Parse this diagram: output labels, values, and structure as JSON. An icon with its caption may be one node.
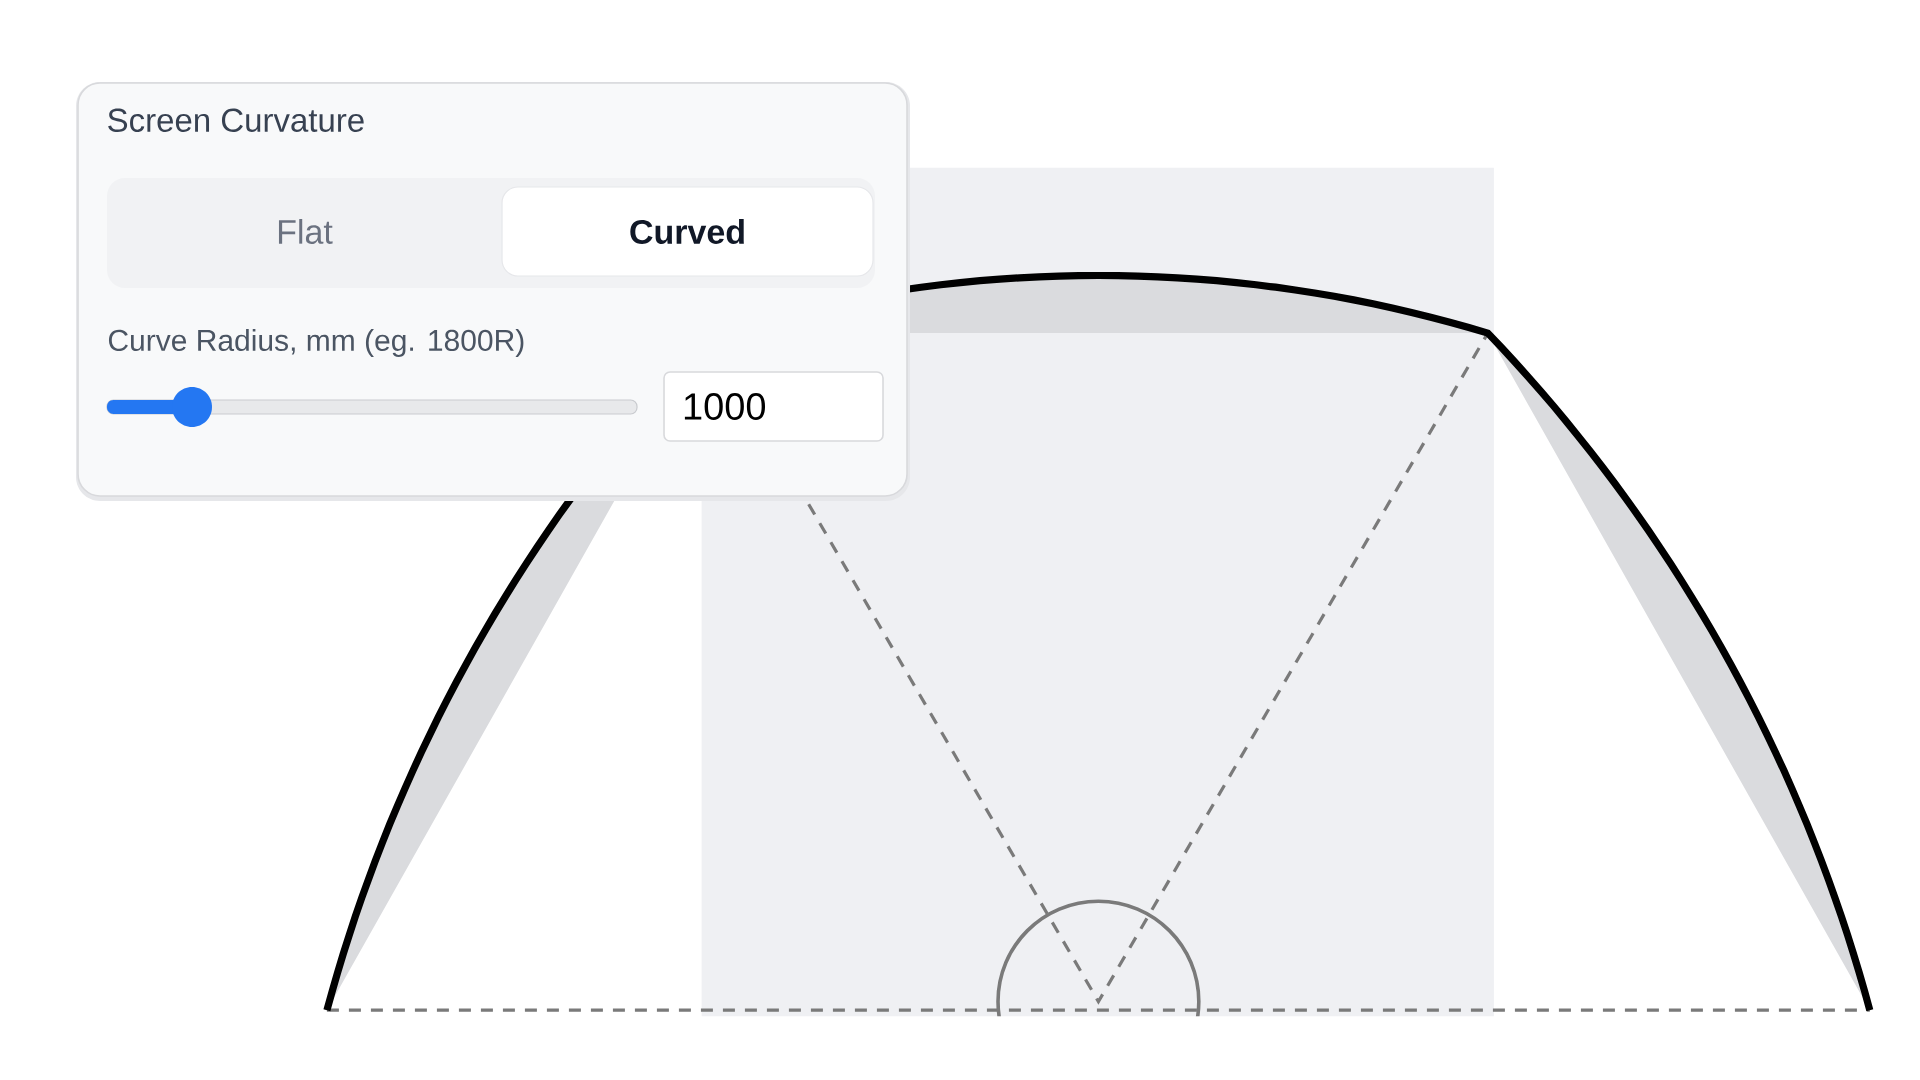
{
  "diagram": {
    "nodes": [
      {
        "text": [
          "Screen Curvature"
        ]
      },
      {
        "text": [
          "Flat"
        ],
        "in": 0
      },
      {
        "text": [
          "Curved"
        ],
        "in": 0
      },
      {
        "text": [
          "1000"
        ],
        "in": 0
      }
    ],
    "labels": [
      "Curve Radius, mm (eg. 1800R)"
    ]
  }
}
